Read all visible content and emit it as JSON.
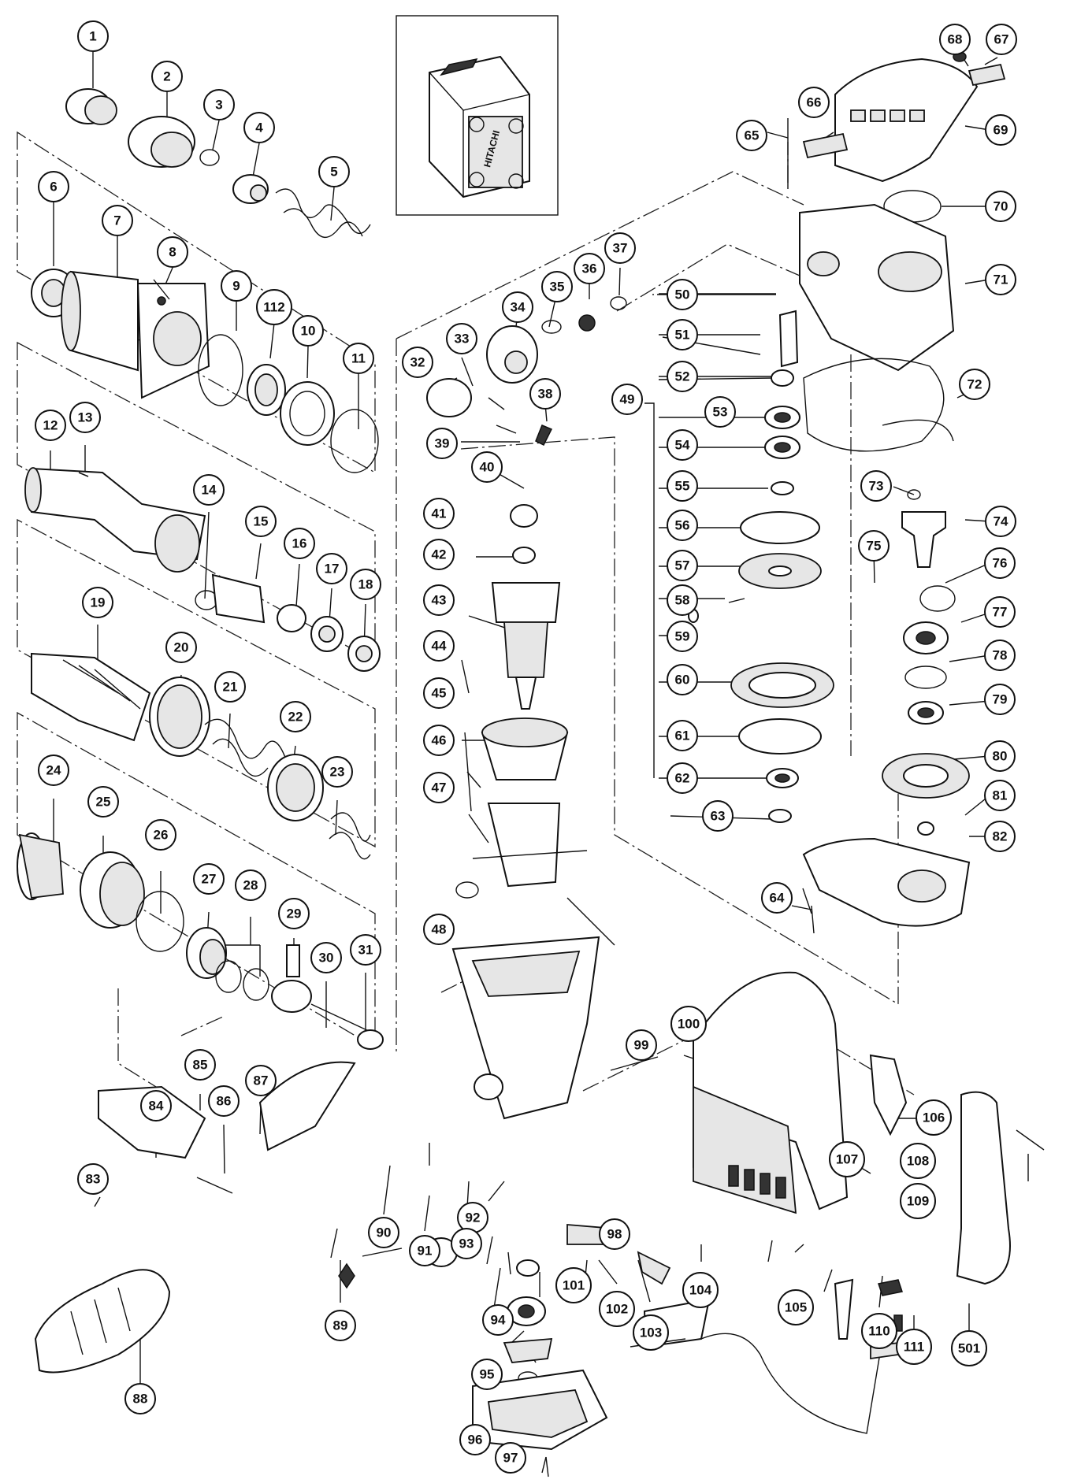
{
  "diagram": {
    "type": "exploded parts diagram",
    "callouts": [
      "1",
      "2",
      "3",
      "4",
      "5",
      "6",
      "7",
      "8",
      "9",
      "112",
      "10",
      "11",
      "12",
      "13",
      "14",
      "15",
      "16",
      "17",
      "18",
      "19",
      "20",
      "21",
      "22",
      "23",
      "24",
      "25",
      "26",
      "27",
      "28",
      "29",
      "30",
      "31",
      "32",
      "33",
      "34",
      "35",
      "36",
      "37",
      "38",
      "39",
      "40",
      "41",
      "42",
      "43",
      "44",
      "45",
      "46",
      "47",
      "48",
      "49",
      "50",
      "51",
      "52",
      "53",
      "54",
      "55",
      "56",
      "57",
      "58",
      "59",
      "60",
      "61",
      "62",
      "63",
      "64",
      "65",
      "66",
      "67",
      "68",
      "69",
      "70",
      "71",
      "72",
      "73",
      "74",
      "75",
      "76",
      "77",
      "78",
      "79",
      "80",
      "81",
      "82",
      "83",
      "84",
      "85",
      "86",
      "87",
      "88",
      "89",
      "90",
      "91",
      "92",
      "93",
      "94",
      "95",
      "96",
      "97",
      "98",
      "99",
      "100",
      "101",
      "102",
      "103",
      "104",
      "105",
      "106",
      "107",
      "108",
      "109",
      "110",
      "111",
      "501"
    ],
    "case_logo_text": "HITACHI"
  }
}
